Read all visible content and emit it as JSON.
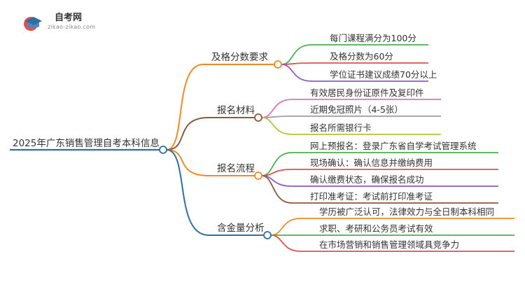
{
  "logo": {
    "title": "自考网",
    "url": "zikao-zikao.com"
  },
  "root": {
    "label": "2025年广东销售管理自考本科信息",
    "color": "#2f6fa3"
  },
  "branches": [
    {
      "label": "及格分数要求",
      "color": "#f08a24",
      "leaves": [
        {
          "label": "每门课程满分为100分",
          "color": "#4caf50"
        },
        {
          "label": "及格分数为60分",
          "color": "#d9534f"
        },
        {
          "label": "学位证书建议成绩70分以上",
          "color": "#8e5ac8"
        }
      ]
    },
    {
      "label": "报名材料",
      "color": "#8b5a3c",
      "leaves": [
        {
          "label": "有效居民身份证原件及复印件",
          "color": "#e86fb6"
        },
        {
          "label": "近期免冠照片（4-5张）",
          "color": "#9e9e9e"
        },
        {
          "label": "报名所需银行卡",
          "color": "#b5c23a"
        }
      ]
    },
    {
      "label": "报名流程",
      "color": "#f08a24",
      "leaves": [
        {
          "label": "网上预报名：登录广东省自学考试管理系统",
          "color": "#4caf50"
        },
        {
          "label": "现场确认：确认信息并缴纳费用",
          "color": "#d9534f"
        },
        {
          "label": "确认缴费状态，确保报名成功",
          "color": "#8e5ac8"
        },
        {
          "label": "打印准考证：考试前打印准考证",
          "color": "#8b5a3c"
        }
      ]
    },
    {
      "label": "含金量分析",
      "color": "#2f6fa3",
      "leaves": [
        {
          "label": "学历被广泛认可，法律效力与全日制本科相同",
          "color": "#f08a24"
        },
        {
          "label": "求职、考研和公务员考试有效",
          "color": "#4caf50"
        },
        {
          "label": "在市场营销和销售管理领域具竞争力",
          "color": "#d9534f"
        }
      ]
    }
  ]
}
